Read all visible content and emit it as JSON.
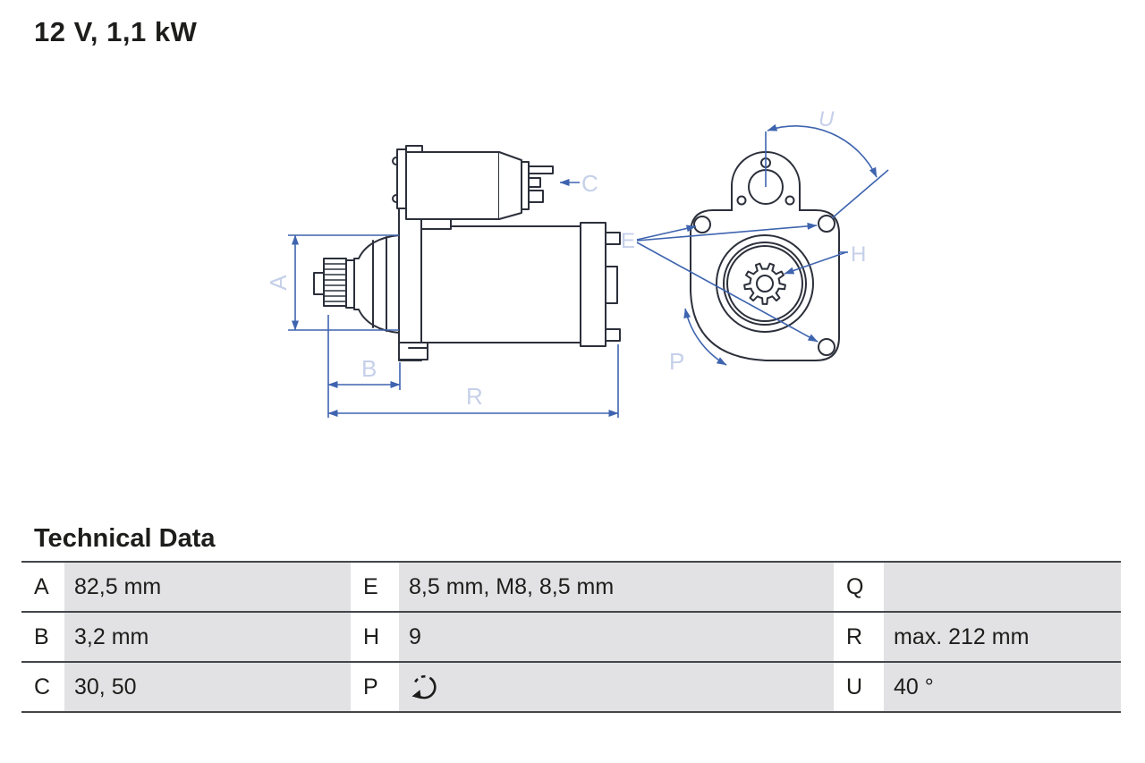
{
  "header": {
    "title": "12 V, 1,1 kW"
  },
  "diagram": {
    "description": "starter-motor technical drawing, side view and front view",
    "labels": {
      "a": "A",
      "b": "B",
      "c": "C",
      "e": "E",
      "h": "H",
      "p": "P",
      "r": "R",
      "u": "U"
    },
    "colors": {
      "outline": "#2c303b",
      "dimension_line": "#3e64af",
      "dimension_label": "#c6d0e9"
    }
  },
  "table": {
    "heading": "Technical Data",
    "cell_background": "#e2e2e4",
    "rows": [
      [
        {
          "key": "A",
          "value": "82,5 mm"
        },
        {
          "key": "E",
          "value": "8,5 mm, M8, 8,5 mm"
        },
        {
          "key": "Q",
          "value": ""
        }
      ],
      [
        {
          "key": "B",
          "value": "3,2 mm"
        },
        {
          "key": "H",
          "value": "9"
        },
        {
          "key": "R",
          "value": "max. 212 mm"
        }
      ],
      [
        {
          "key": "C",
          "value": "30, 50"
        },
        {
          "key": "P",
          "value": "",
          "icon": "rotation-counterclockwise-icon"
        },
        {
          "key": "U",
          "value": "40 °"
        }
      ]
    ]
  }
}
